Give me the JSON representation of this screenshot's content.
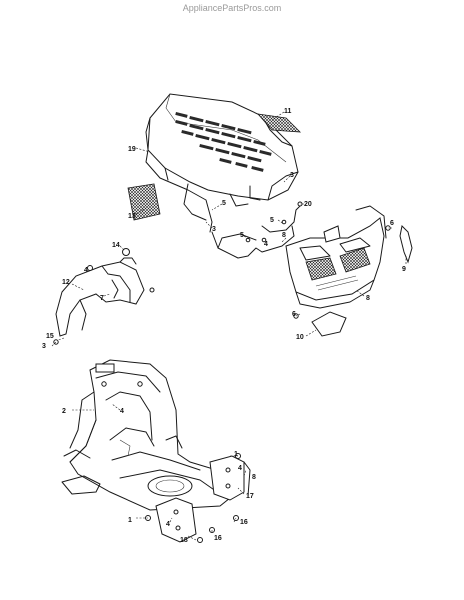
{
  "watermark": "AppliancePartsPros.com",
  "callouts": {
    "c11": "11",
    "c19": "19",
    "c3a": "3",
    "c5a": "5",
    "c13": "13",
    "c3b": "3",
    "c20": "20",
    "c5b": "5",
    "c8a": "8",
    "c5c": "5",
    "c4a": "4",
    "c6a": "6",
    "c9": "9",
    "c8b": "8",
    "c6b": "6",
    "c10": "10",
    "c14": "14",
    "c12": "12",
    "c4b": "4",
    "c7": "7",
    "c15": "15",
    "c3c": "3",
    "c2": "2",
    "c4c": "4",
    "c1a": "1",
    "c4d": "4",
    "c8c": "8",
    "c17": "17",
    "c1b": "1",
    "c4e": "4",
    "c16a": "16",
    "c18": "18",
    "c16b": "16"
  }
}
